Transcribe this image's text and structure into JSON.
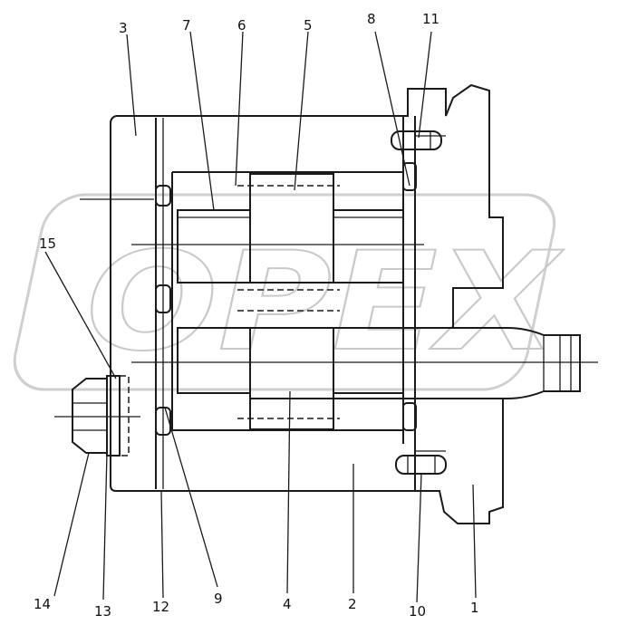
{
  "watermark": {
    "text": "OPEX"
  },
  "corner_mark": "",
  "callouts": [
    {
      "id": "c1",
      "label": "1"
    },
    {
      "id": "c2",
      "label": "2"
    },
    {
      "id": "c3",
      "label": "3"
    },
    {
      "id": "c4",
      "label": "4"
    },
    {
      "id": "c5",
      "label": "5"
    },
    {
      "id": "c6",
      "label": "6"
    },
    {
      "id": "c7",
      "label": "7"
    },
    {
      "id": "c8",
      "label": "8"
    },
    {
      "id": "c9",
      "label": "9"
    },
    {
      "id": "c10",
      "label": "10"
    },
    {
      "id": "c11",
      "label": "11"
    },
    {
      "id": "c12",
      "label": "12"
    },
    {
      "id": "c13",
      "label": "13"
    },
    {
      "id": "c14",
      "label": "14"
    },
    {
      "id": "c15",
      "label": "15"
    }
  ],
  "colors": {
    "line": "#1a1a1a",
    "watermark": "#c9c9c9",
    "background": "#ffffff"
  }
}
